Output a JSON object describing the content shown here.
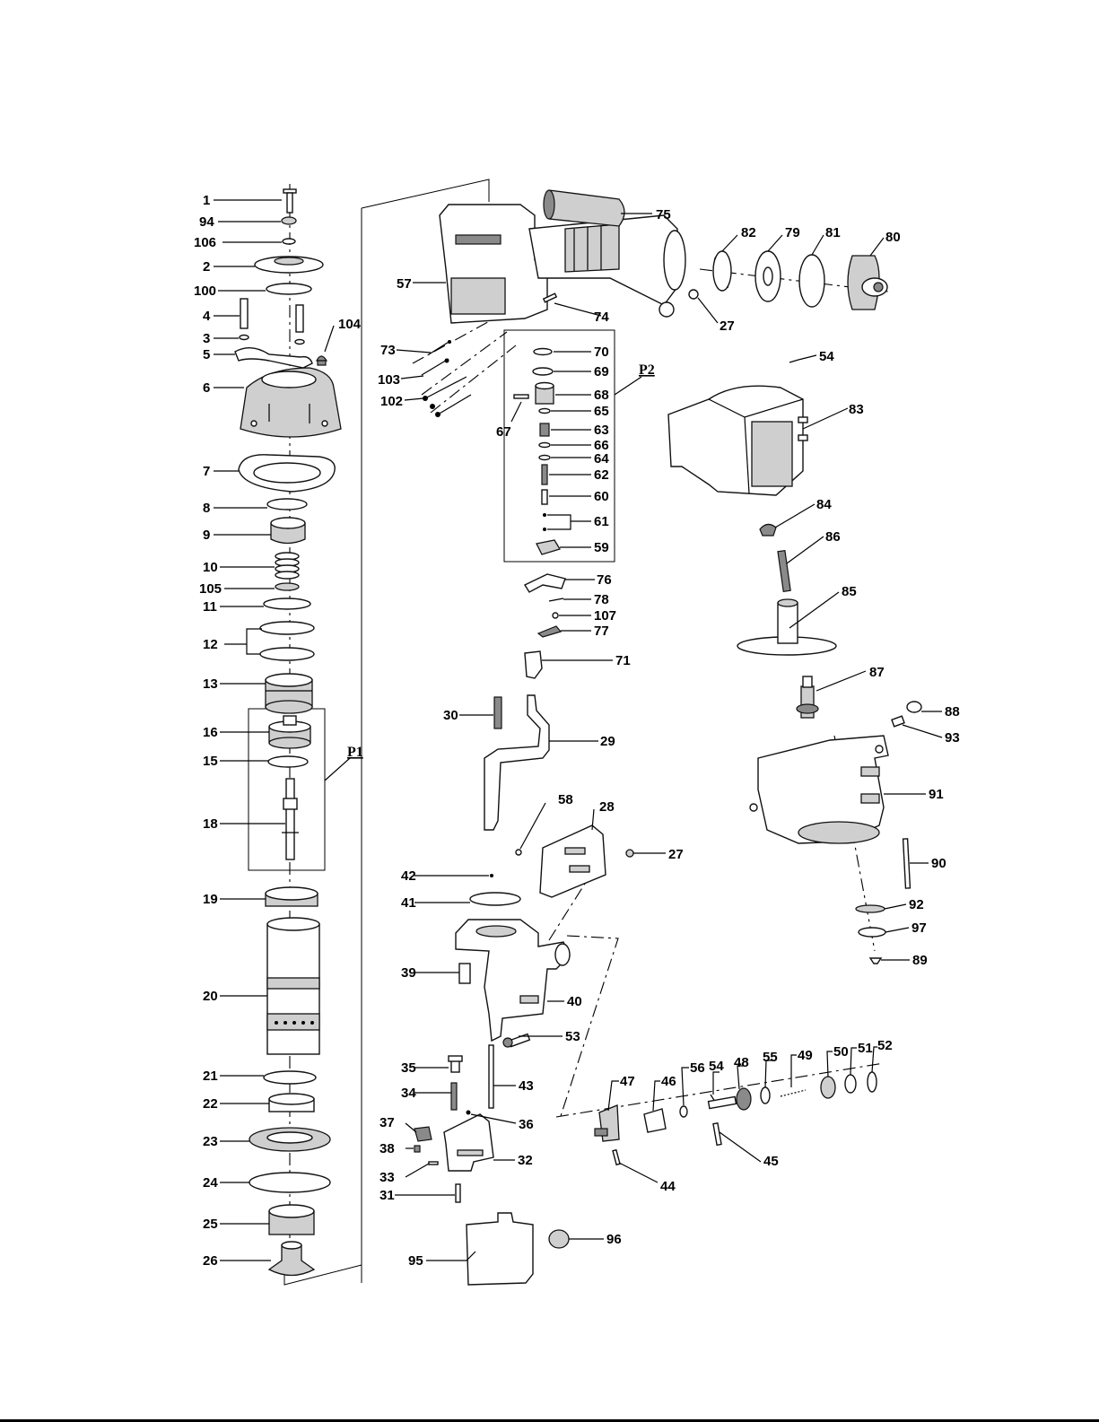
{
  "groups": {
    "p1": "P1",
    "p2": "P2"
  },
  "labels": {
    "1": "1",
    "94": "94",
    "106": "106",
    "2": "2",
    "100": "100",
    "4": "4",
    "3": "3",
    "5": "5",
    "104": "104",
    "6": "6",
    "7": "7",
    "8": "8",
    "9": "9",
    "10": "10",
    "105": "105",
    "11": "11",
    "12": "12",
    "13": "13",
    "16": "16",
    "15": "15",
    "18": "18",
    "19": "19",
    "20": "20",
    "21": "21",
    "22": "22",
    "23": "23",
    "24": "24",
    "25": "25",
    "26": "26",
    "75": "75",
    "57": "57",
    "74": "74",
    "73": "73",
    "103": "103",
    "102": "102",
    "70": "70",
    "69": "69",
    "68": "68",
    "65": "65",
    "67": "67",
    "63": "63",
    "66": "66",
    "64": "64",
    "62": "62",
    "60": "60",
    "61": "61",
    "59": "59",
    "76": "76",
    "78": "78",
    "107": "107",
    "77": "77",
    "71": "71",
    "30": "30",
    "29": "29",
    "58": "58",
    "28": "28",
    "27": "27",
    "42": "42",
    "41": "41",
    "39": "39",
    "40": "40",
    "53": "53",
    "35": "35",
    "34": "34",
    "43": "43",
    "37": "37",
    "36": "36",
    "38": "38",
    "32": "32",
    "33": "33",
    "31": "31",
    "95": "95",
    "96": "96",
    "82": "82",
    "79": "79",
    "81": "81",
    "80": "80",
    "54": "54",
    "83": "83",
    "84": "84",
    "86": "86",
    "85": "85",
    "87": "87",
    "88": "88",
    "93": "93",
    "91": "91",
    "90": "90",
    "92": "92",
    "97": "97",
    "89": "89",
    "47": "47",
    "46": "46",
    "56": "56",
    "48": "48",
    "55": "55",
    "49": "49",
    "50": "50",
    "51": "51",
    "52": "52",
    "45": "45",
    "44": "44"
  }
}
